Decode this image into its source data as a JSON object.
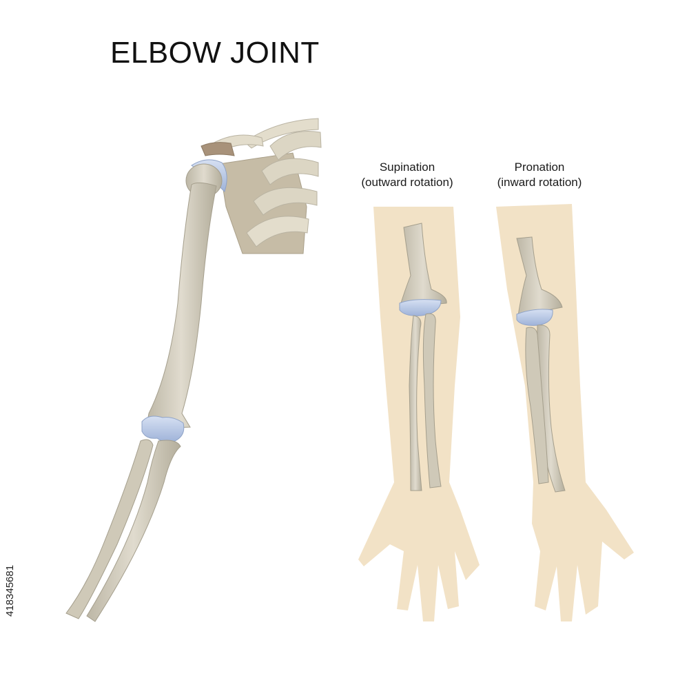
{
  "title": "ELBOW JOINT",
  "labels": {
    "supination": {
      "line1": "Supination",
      "line2": "(outward rotation)"
    },
    "pronation": {
      "line1": "Pronation",
      "line2": "(inward rotation)"
    }
  },
  "stock_id": "418345681",
  "colors": {
    "background": "#ffffff",
    "bone": "#d6d1c2",
    "bone_shadow": "#b9b3a2",
    "cartilage": "#b7c8e6",
    "skin": "#f3e4c9",
    "scapula": "#c9bfa9",
    "acromion": "#a8927a"
  }
}
